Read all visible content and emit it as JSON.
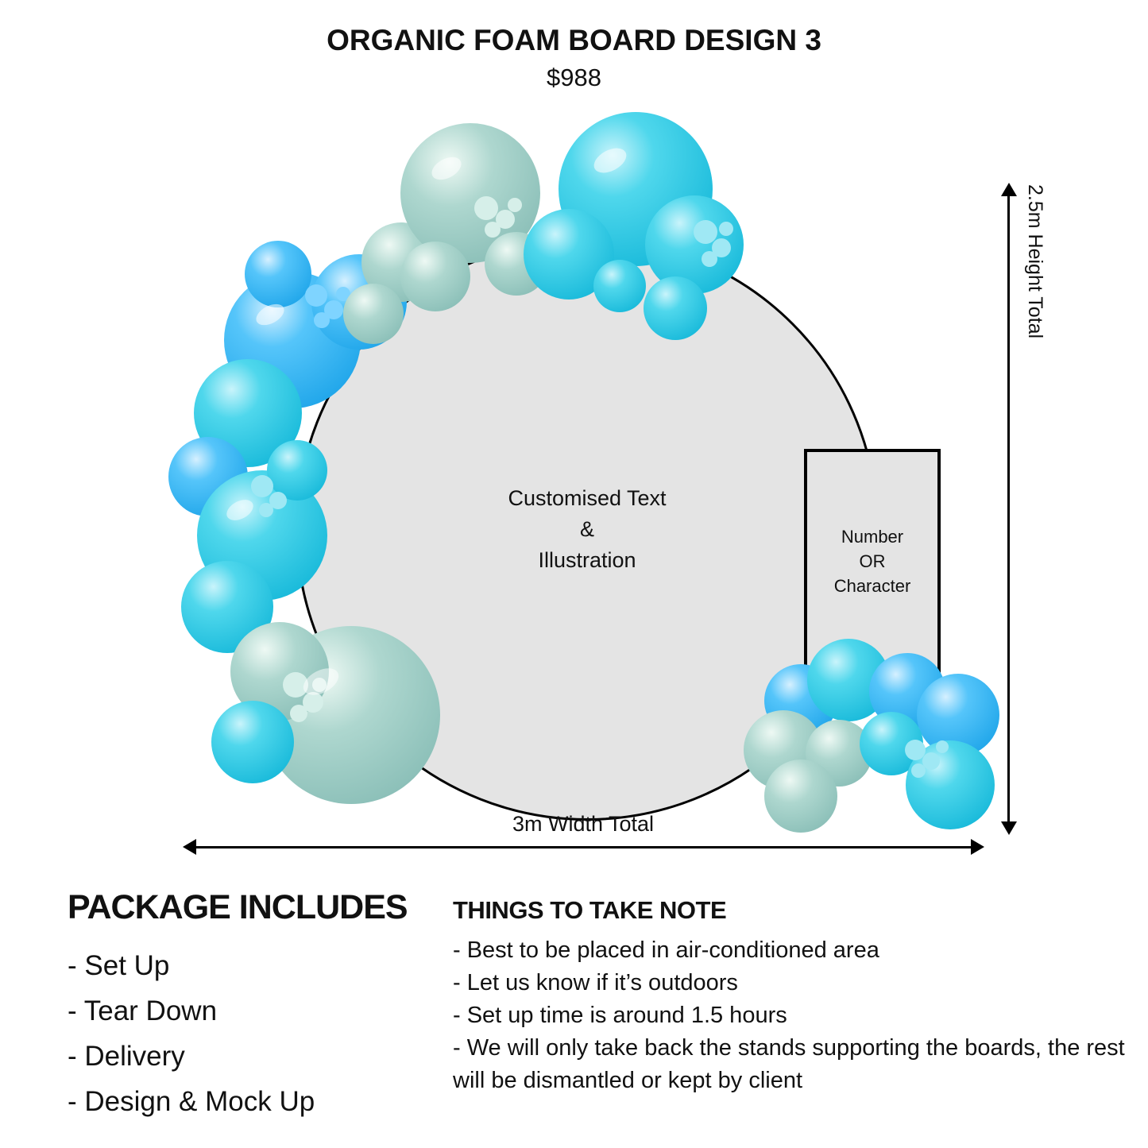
{
  "header": {
    "title": "ORGANIC FOAM BOARD DESIGN 3",
    "price": "$988"
  },
  "diagram": {
    "circle_label": [
      "Customised Text",
      "&",
      "Illustration"
    ],
    "board_label": [
      "Number",
      "OR",
      "Character"
    ],
    "height_label": "2.5m Height Total",
    "width_label": "3m Width Total"
  },
  "package": {
    "heading": "PACKAGE INCLUDES",
    "items": [
      "- Set Up",
      "- Tear Down",
      "- Delivery",
      "- Design & Mock Up"
    ]
  },
  "notes": {
    "heading": "THINGS TO TAKE NOTE",
    "items": [
      "- Best to be placed in air-conditioned area",
      "- Let us know if it’s outdoors",
      "- Set up time is around 1.5 hours",
      "- We will only take back the stands supporting the boards, the rest will be dismantled or kept by client"
    ]
  },
  "colors": {
    "balloon_cyan": "#0fb4d6",
    "balloon_blue": "#1aa2e8",
    "balloon_seafoam": "#8fbfb8",
    "board_fill": "#e4e4e4",
    "outline": "#000000",
    "background": "#ffffff"
  }
}
